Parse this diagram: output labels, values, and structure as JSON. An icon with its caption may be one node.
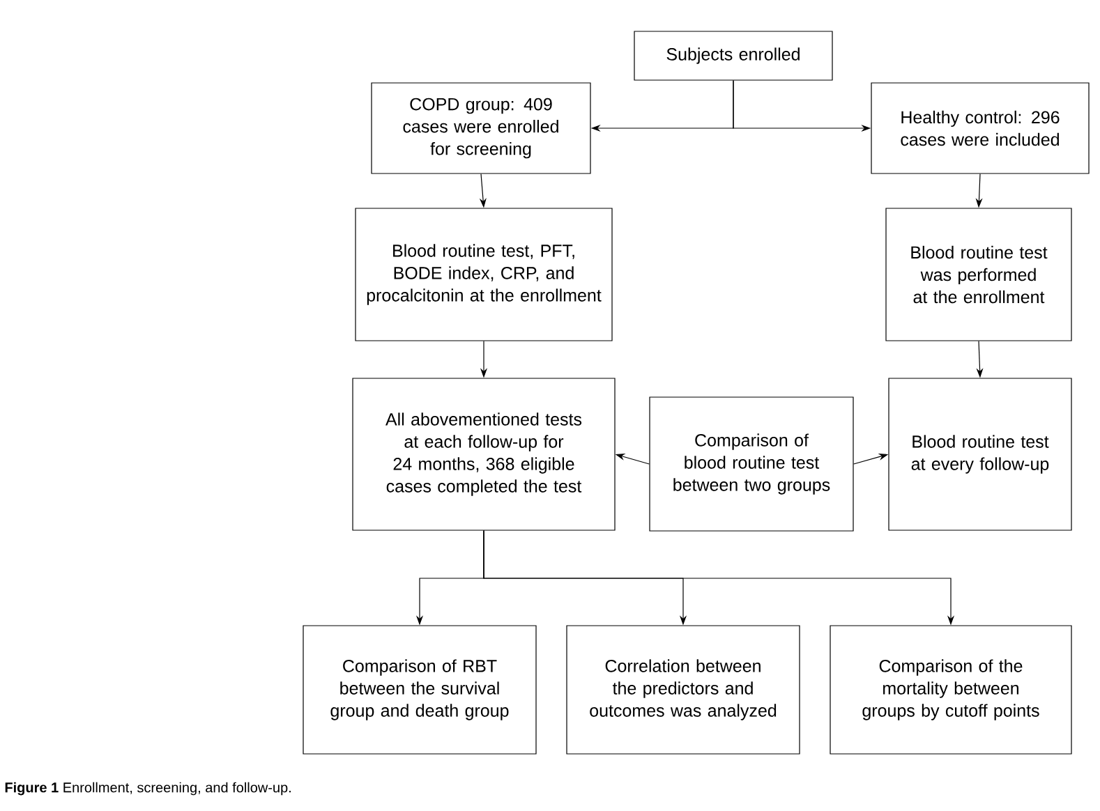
{
  "diagram": {
    "caption": "**Figure 1** Enrollment, screening, and follow-up.",
    "nodes": [
      {
        "text": [
          "Subjects enrolled"
        ]
      },
      {
        "text": [
          "COPD group: 409 cases were enrolled for screening"
        ]
      },
      {
        "text": [
          "Healthy control: 296 cases were included"
        ]
      },
      {
        "text": [
          "Blood routine test, PFT, BODE index, CRP, and procalcitonin at the enrollment"
        ]
      },
      {
        "text": [
          "Blood routine test was performed at the enrollment"
        ]
      },
      {
        "text": [
          "All abovementioned tests at each follow-up for 24 months, 368 eligible cases completed the test"
        ]
      },
      {
        "text": [
          "Comparison of blood routine test between two groups"
        ]
      },
      {
        "text": [
          "Blood routine test at every follow-up"
        ]
      },
      {
        "text": [
          "Comparison of RBT between the survival group and death group"
        ]
      },
      {
        "text": [
          "Correlation between the predictors and outcomes was analyzed"
        ]
      },
      {
        "text": [
          "Comparison of the mortality between groups by cutoff points"
        ]
      }
    ],
    "edges": [
      {
        "from": 0,
        "to": 1,
        "arrow": "to"
      },
      {
        "from": 0,
        "to": 2,
        "arrow": "to"
      },
      {
        "from": 1,
        "to": 3,
        "arrow": "to"
      },
      {
        "from": 2,
        "to": 4,
        "arrow": "to"
      },
      {
        "from": 3,
        "to": 5,
        "arrow": "to"
      },
      {
        "from": 4,
        "to": 7,
        "arrow": "to"
      },
      {
        "from": 6,
        "to": 5,
        "arrow": "to"
      },
      {
        "from": 6,
        "to": 7,
        "arrow": "to"
      },
      {
        "from": 5,
        "to": 8,
        "arrow": "to"
      },
      {
        "from": 5,
        "to": 9,
        "arrow": "to"
      },
      {
        "from": 5,
        "to": 10,
        "arrow": "to"
      }
    ]
  }
}
